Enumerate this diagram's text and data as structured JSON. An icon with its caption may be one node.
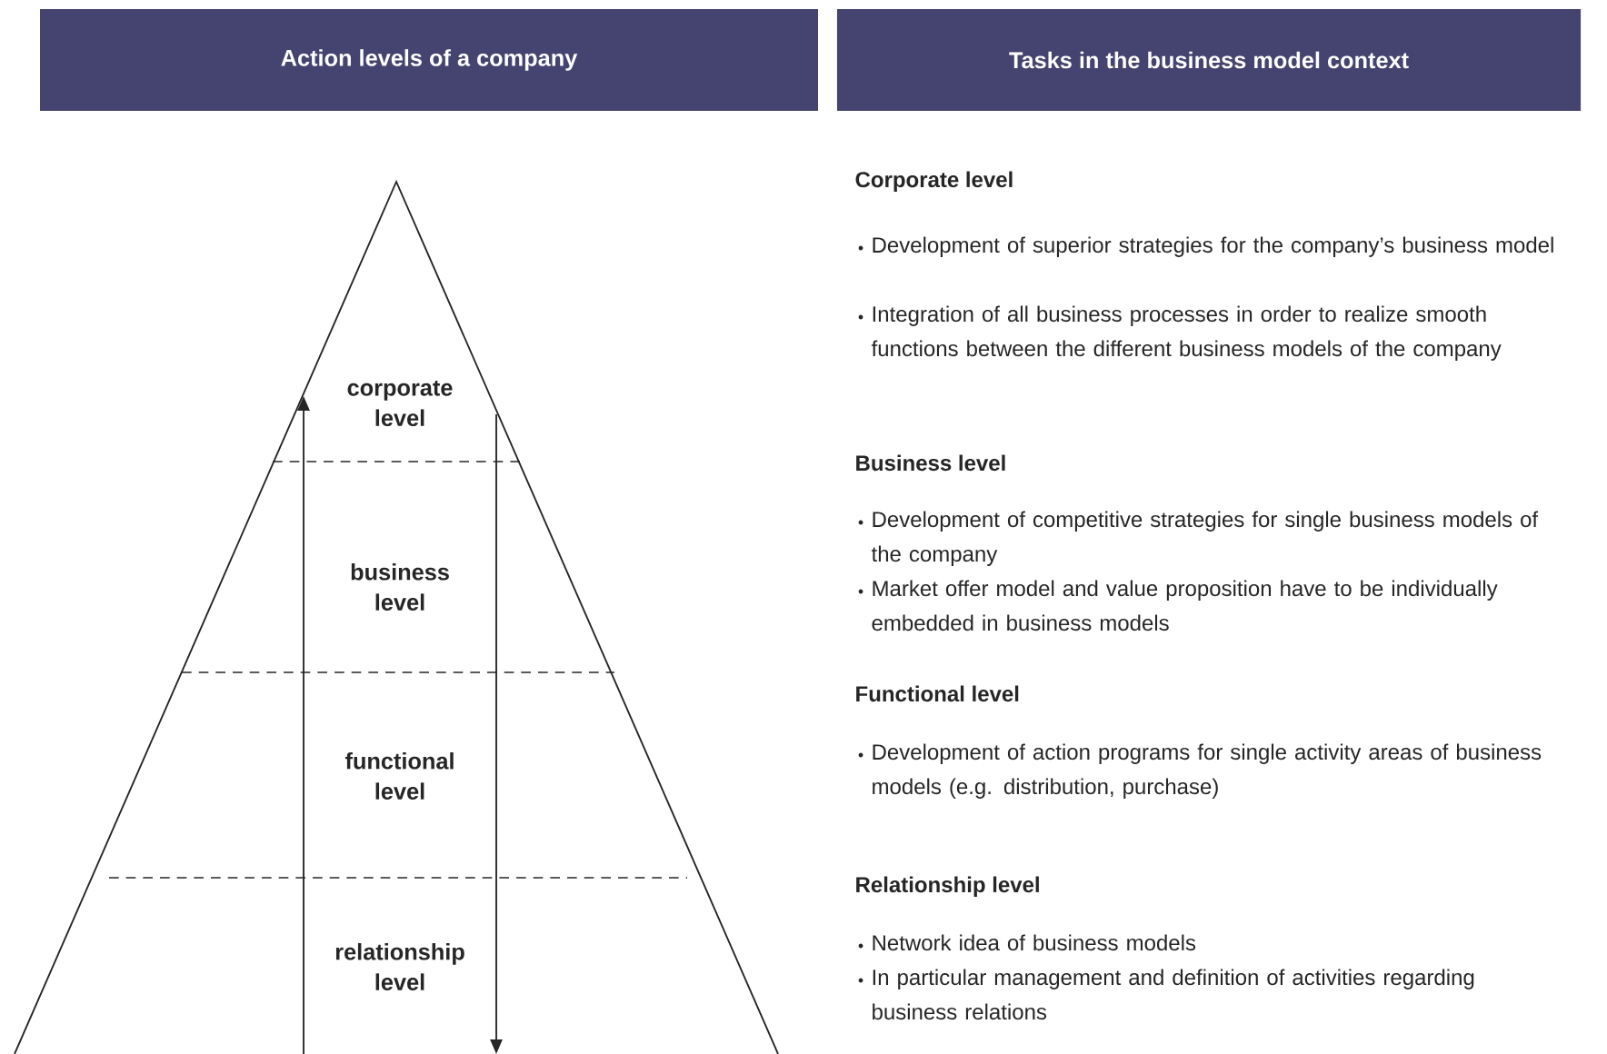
{
  "diagram": {
    "nodes": [
      {
        "text": [
          "Action levels of a company"
        ]
      },
      {
        "text": [
          "Tasks in the business model context"
        ]
      },
      {
        "text": [
          "corporate level"
        ]
      },
      {
        "text": [
          "business level"
        ]
      },
      {
        "text": [
          "functional level"
        ]
      },
      {
        "text": [
          "relationship level"
        ]
      }
    ],
    "labels": [
      "Corporate level",
      "Development of superior strategies for the company’s business model",
      "Integration of all business processes in order to realize smooth functions between the different business models of the company",
      "Business level",
      "Development of competitive strategies for single business models of the company",
      "Market offer model and value proposition have to be individually embedded in business models",
      "Functional level",
      "Development of action programs for single activity areas of business models (e.g. distribution, purchase)",
      "Relationship level",
      "Network idea of business models",
      "In particular management and definition of activities regarding business relations"
    ]
  }
}
